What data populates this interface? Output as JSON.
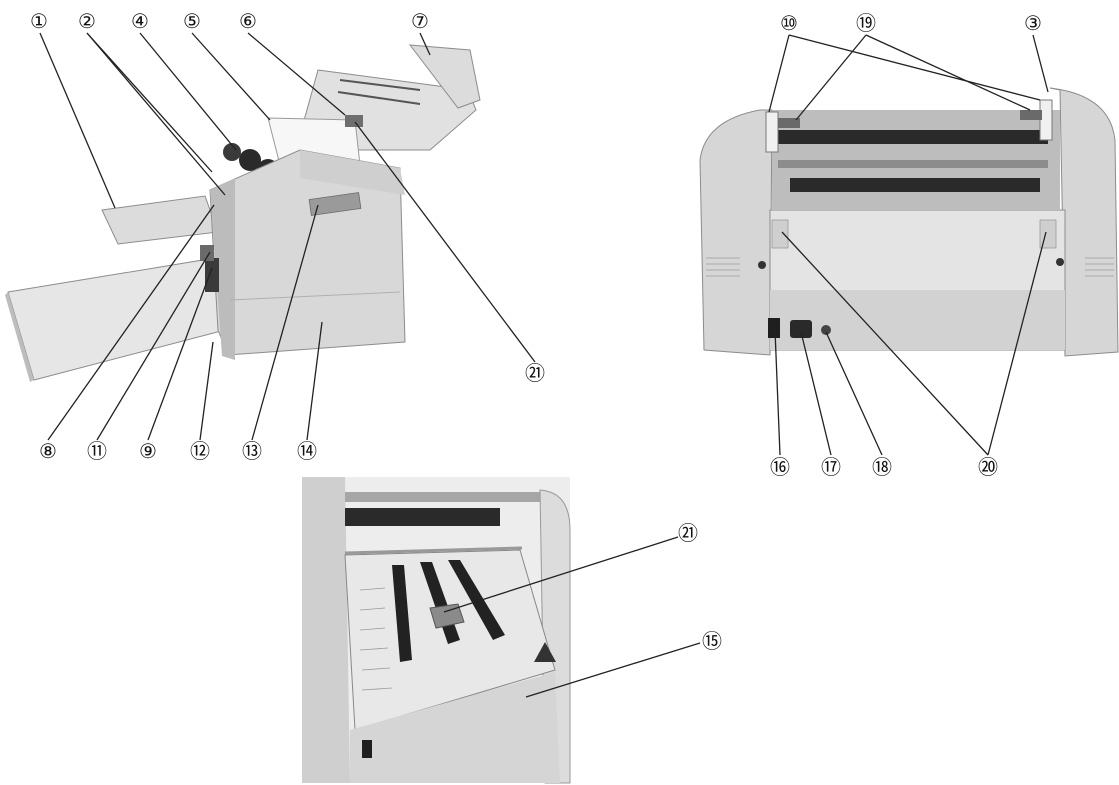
{
  "callouts": {
    "c1": "①",
    "c2": "②",
    "c3": "③",
    "c4": "④",
    "c5": "⑤",
    "c6": "⑥",
    "c7": "⑦",
    "c8": "⑧",
    "c9": "⑨",
    "c10": "⑩",
    "c11": "⑪",
    "c12": "⑫",
    "c13": "⑬",
    "c14": "⑭",
    "c15": "⑮",
    "c16": "⑯",
    "c17": "⑰",
    "c18": "⑱",
    "c19": "⑲",
    "c20": "⑳",
    "c21a": "㉑",
    "c21b": "㉑"
  },
  "colors": {
    "body": "#d9d9d9",
    "body_dark": "#b9b9b9",
    "shadow": "#8c8c8c",
    "roller": "#2a2a2a",
    "metal": "#a6a6a6",
    "tray": "#e3e3e3"
  }
}
